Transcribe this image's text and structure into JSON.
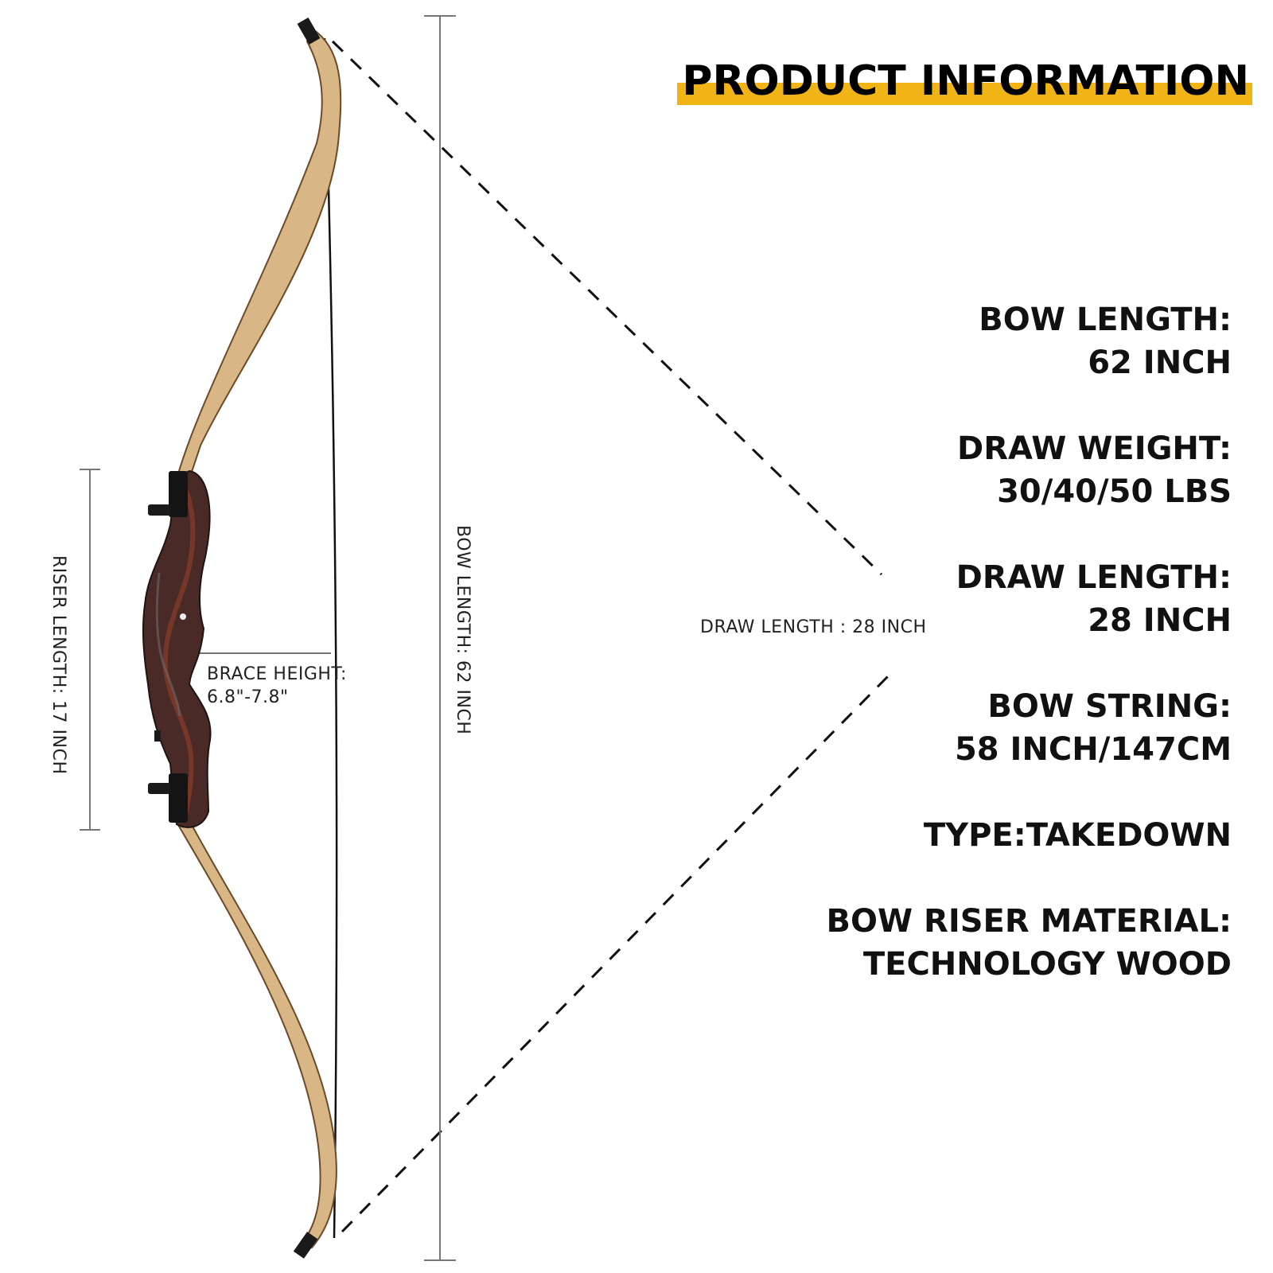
{
  "header": {
    "title": "PRODUCT INFORMATION"
  },
  "specs": [
    {
      "line1": "BOW LENGTH:",
      "line2": "62 INCH"
    },
    {
      "line1": "DRAW WEIGHT:",
      "line2": "30/40/50 LBS"
    },
    {
      "line1": "DRAW LENGTH:",
      "line2": "28 INCH"
    },
    {
      "line1": "BOW STRING:",
      "line2": "58 INCH/147CM"
    },
    {
      "line1": "TYPE:TAKEDOWN",
      "line2": ""
    },
    {
      "line1": "BOW RISER MATERIAL:",
      "line2": "TECHNOLOGY WOOD"
    }
  ],
  "dimensions": {
    "bow_length": "BOW LENGTH: 62 INCH",
    "riser_length": "RISER LENGTH: 17 INCH",
    "brace_height_1": "BRACE HEIGHT:",
    "brace_height_2": "6.8\"-7.8\"",
    "draw_length": "DRAW LENGTH : 28 INCH"
  },
  "colors": {
    "accent": "#f0b416",
    "limb": "#d8b685",
    "riser": "#4a2a26",
    "string": "#111111"
  }
}
